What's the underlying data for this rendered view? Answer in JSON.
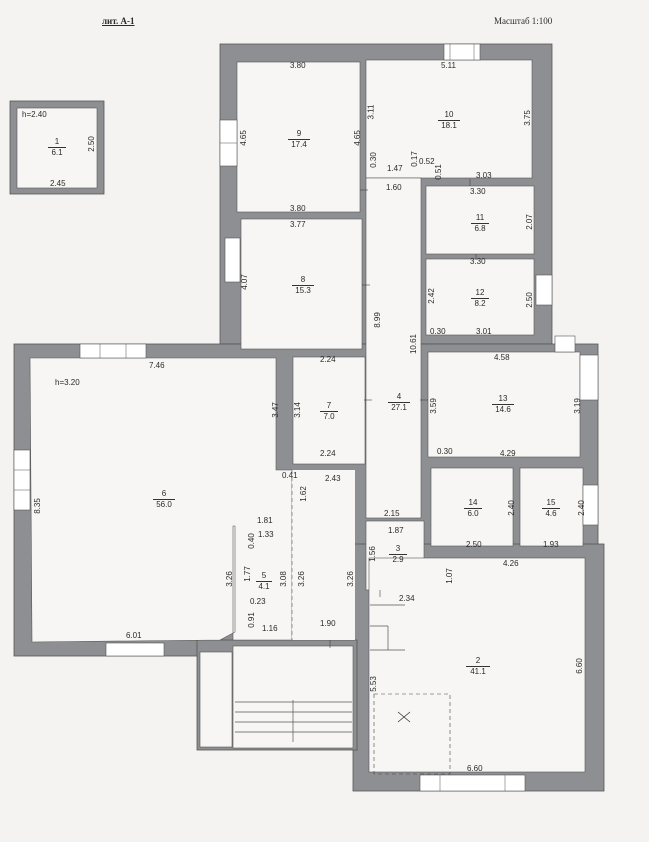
{
  "header": {
    "literal": "лит. А-1",
    "scale": "Масштаб 1:100"
  },
  "colors": {
    "wall": "#8e8f92",
    "wall_edge": "#555555",
    "paper": "#f4f3f1",
    "room_fill": "#f7f6f4",
    "text": "#2a2a2a"
  },
  "heights": {
    "outbuilding": "h=2.40",
    "main": "h=3.20"
  },
  "rooms": [
    {
      "no": "1",
      "area": "6.1"
    },
    {
      "no": "2",
      "area": "41.1"
    },
    {
      "no": "3",
      "area": "2.9"
    },
    {
      "no": "4",
      "area": "27.1"
    },
    {
      "no": "5",
      "area": "4.1"
    },
    {
      "no": "6",
      "area": "56.0"
    },
    {
      "no": "7",
      "area": "7.0"
    },
    {
      "no": "8",
      "area": "15.3"
    },
    {
      "no": "9",
      "area": "17.4"
    },
    {
      "no": "10",
      "area": "18.1"
    },
    {
      "no": "11",
      "area": "6.8"
    },
    {
      "no": "12",
      "area": "8.2"
    },
    {
      "no": "13",
      "area": "14.6"
    },
    {
      "no": "14",
      "area": "6.0"
    },
    {
      "no": "15",
      "area": "4.6"
    }
  ],
  "dims": {
    "d1": "2.50",
    "d2": "2.45",
    "d3": "3.80",
    "d4": "4.65",
    "d5": "4.65",
    "d6": "3.80",
    "d7": "5.11",
    "d8": "3.11",
    "d9": "3.75",
    "d10": "0.30",
    "d11": "1.47",
    "d12": "0.52",
    "d13": "0.17",
    "d14": "0.51",
    "d15": "3.03",
    "d16": "1.60",
    "d17": "3.30",
    "d18": "2.07",
    "d19": "3.30",
    "d20": "3.77",
    "d21": "4.07",
    "d22": "8.99",
    "d23": "2.42",
    "d24": "2.50",
    "d25": "0.30",
    "d26": "3.01",
    "d27": "10.61",
    "d28": "7.46",
    "d29": "2.24",
    "d30": "3.47",
    "d31": "3.14",
    "d32": "2.24",
    "d33": "4.58",
    "d34": "3.59",
    "d35": "3.19",
    "d36": "0.30",
    "d37": "4.29",
    "d38": "0.41",
    "d39": "2.43",
    "d40": "8.35",
    "d41": "1.62",
    "d42": "2.15",
    "d43": "1.81",
    "d44": "1.33",
    "d45": "0.40",
    "d46": "1.87",
    "d47": "1.56",
    "d48": "2.40",
    "d49": "2.40",
    "d50": "2.50",
    "d51": "1.93",
    "d52": "1.77",
    "d53": "3.08",
    "d54": "3.26",
    "d55": "3.26",
    "d56": "3.26",
    "d57": "1.07",
    "d58": "4.26",
    "d59": "0.23",
    "d60": "0.91",
    "d61": "1.16",
    "d62": "2.34",
    "d63": "6.01",
    "d64": "1.90",
    "d65": "5.53",
    "d66": "6.60",
    "d67": "6.60"
  }
}
